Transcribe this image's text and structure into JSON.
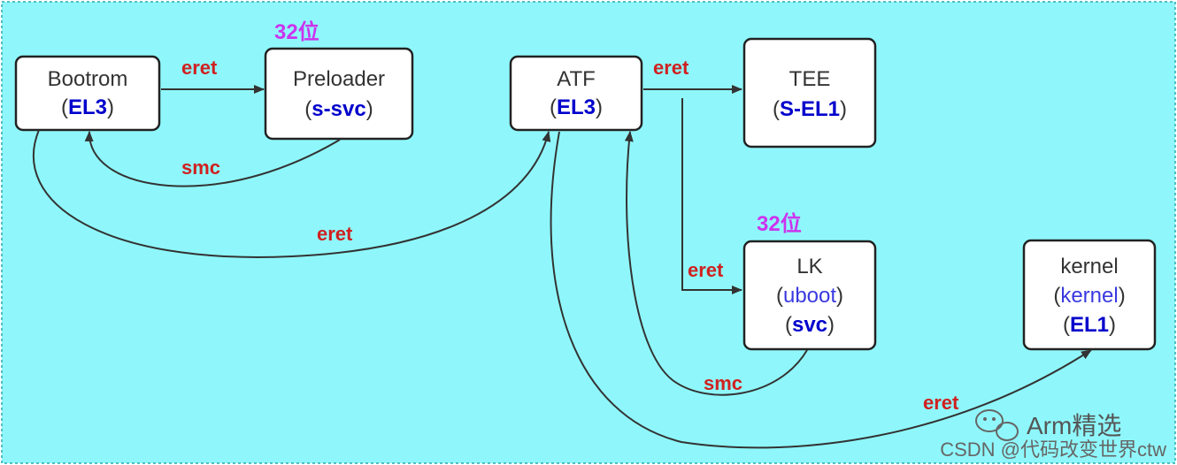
{
  "nodes": {
    "bootrom": {
      "name": "Bootrom",
      "level": "EL3"
    },
    "preloader": {
      "name": "Preloader",
      "level": "s-svc"
    },
    "atf": {
      "name": "ATF",
      "level": "EL3"
    },
    "tee": {
      "name": "TEE",
      "level": "S-EL1"
    },
    "lk": {
      "name": "LK",
      "alias": "uboot",
      "level": "svc"
    },
    "kernel": {
      "name": "kernel",
      "alias": "kernel",
      "level": "EL1"
    }
  },
  "edges": {
    "bootrom_to_preloader": "eret",
    "preloader_to_bootrom": "smc",
    "bootrom_to_atf": "eret",
    "atf_to_tee": "eret",
    "atf_to_lk": "eret",
    "lk_to_atf": "smc",
    "atf_to_kernel": "eret"
  },
  "badges": {
    "preloader_width": "32位",
    "lk_width": "32位"
  },
  "watermark": {
    "brand": "Arm精选",
    "csdn": "CSDN @代码改变世界ctw"
  },
  "colors": {
    "background": "#8ff7fb",
    "border_dashed": "#2aa8b0",
    "edge_label": "#d02020",
    "badge": "#cc33ee",
    "level_text": "#0000cc"
  }
}
